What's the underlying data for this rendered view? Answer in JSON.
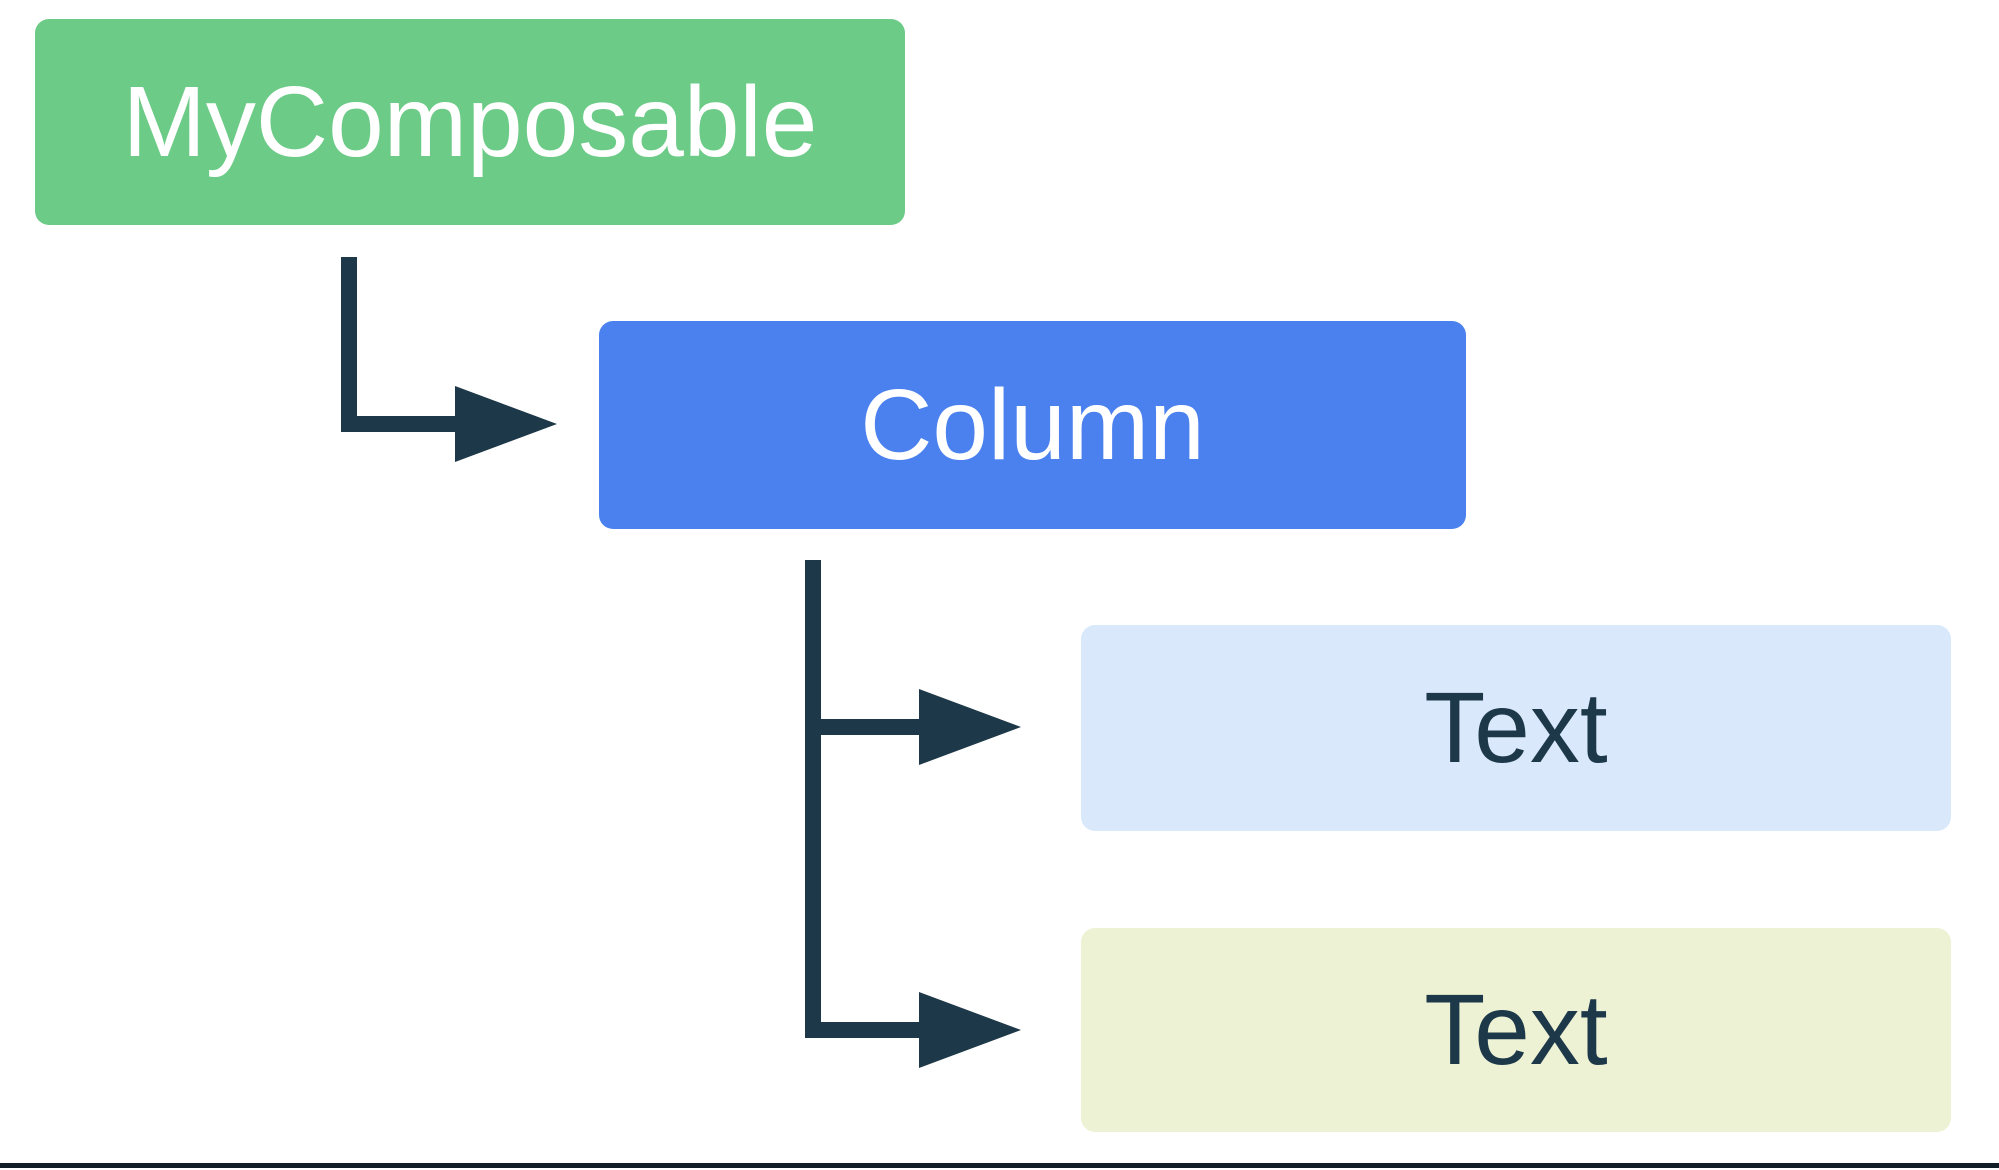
{
  "diagram": {
    "nodes": {
      "root": {
        "label": "MyComposable",
        "bg": "#6CCB86",
        "color": "#FFFFFF"
      },
      "column": {
        "label": "Column",
        "bg": "#4B81EE",
        "color": "#FFFFFF"
      },
      "text1": {
        "label": "Text",
        "bg": "#D9E8FB",
        "color": "#1D3849"
      },
      "text2": {
        "label": "Text",
        "bg": "#EEF2D4",
        "color": "#1D3849"
      }
    },
    "connectors": {
      "color": "#1D3849"
    },
    "bottom_rule": {
      "color": "#111E27"
    }
  }
}
